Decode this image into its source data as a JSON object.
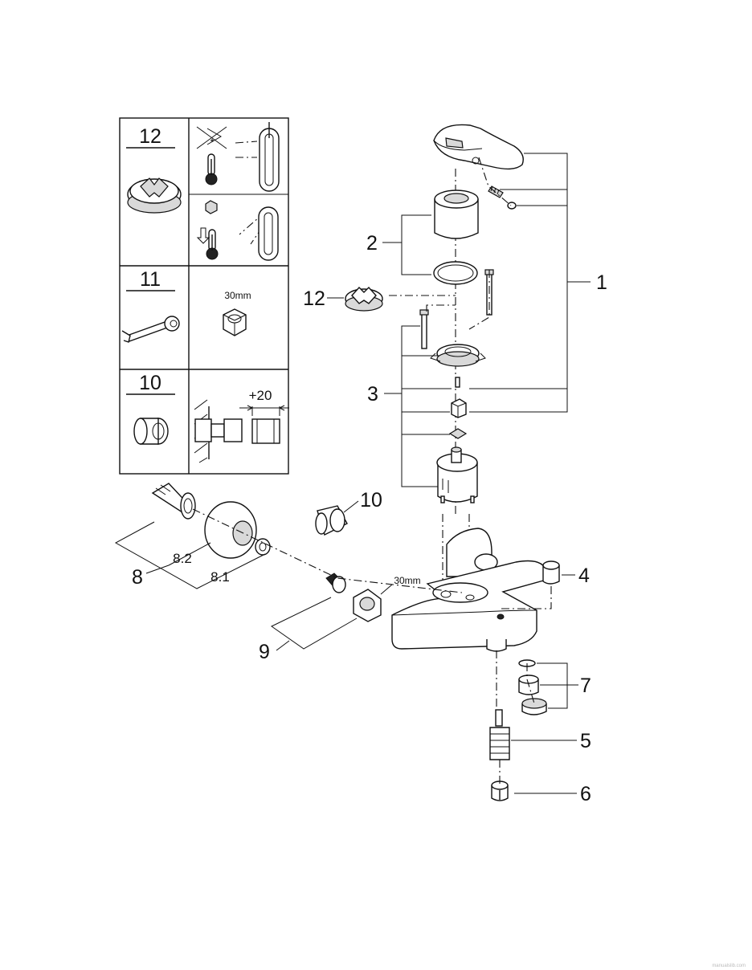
{
  "legend": {
    "row_12": {
      "number": "12"
    },
    "row_11": {
      "number": "11",
      "size": "30mm"
    },
    "row_10": {
      "number": "10",
      "extension": "+20"
    }
  },
  "callouts": {
    "c1": "1",
    "c2": "2",
    "c3": "3",
    "c4": "4",
    "c5": "5",
    "c6": "6",
    "c7": "7",
    "c8": "8",
    "c8_1": "8.1",
    "c8_2": "8.2",
    "c9": "9",
    "c10": "10",
    "c12": "12",
    "nut_size": "30mm"
  },
  "icons": [
    "handle-icon",
    "thermometer-icon",
    "wrench-icon",
    "hex-nut-icon",
    "adapter-icon",
    "cartridge-icon",
    "aerator-icon"
  ],
  "watermark": "manualslib.com"
}
